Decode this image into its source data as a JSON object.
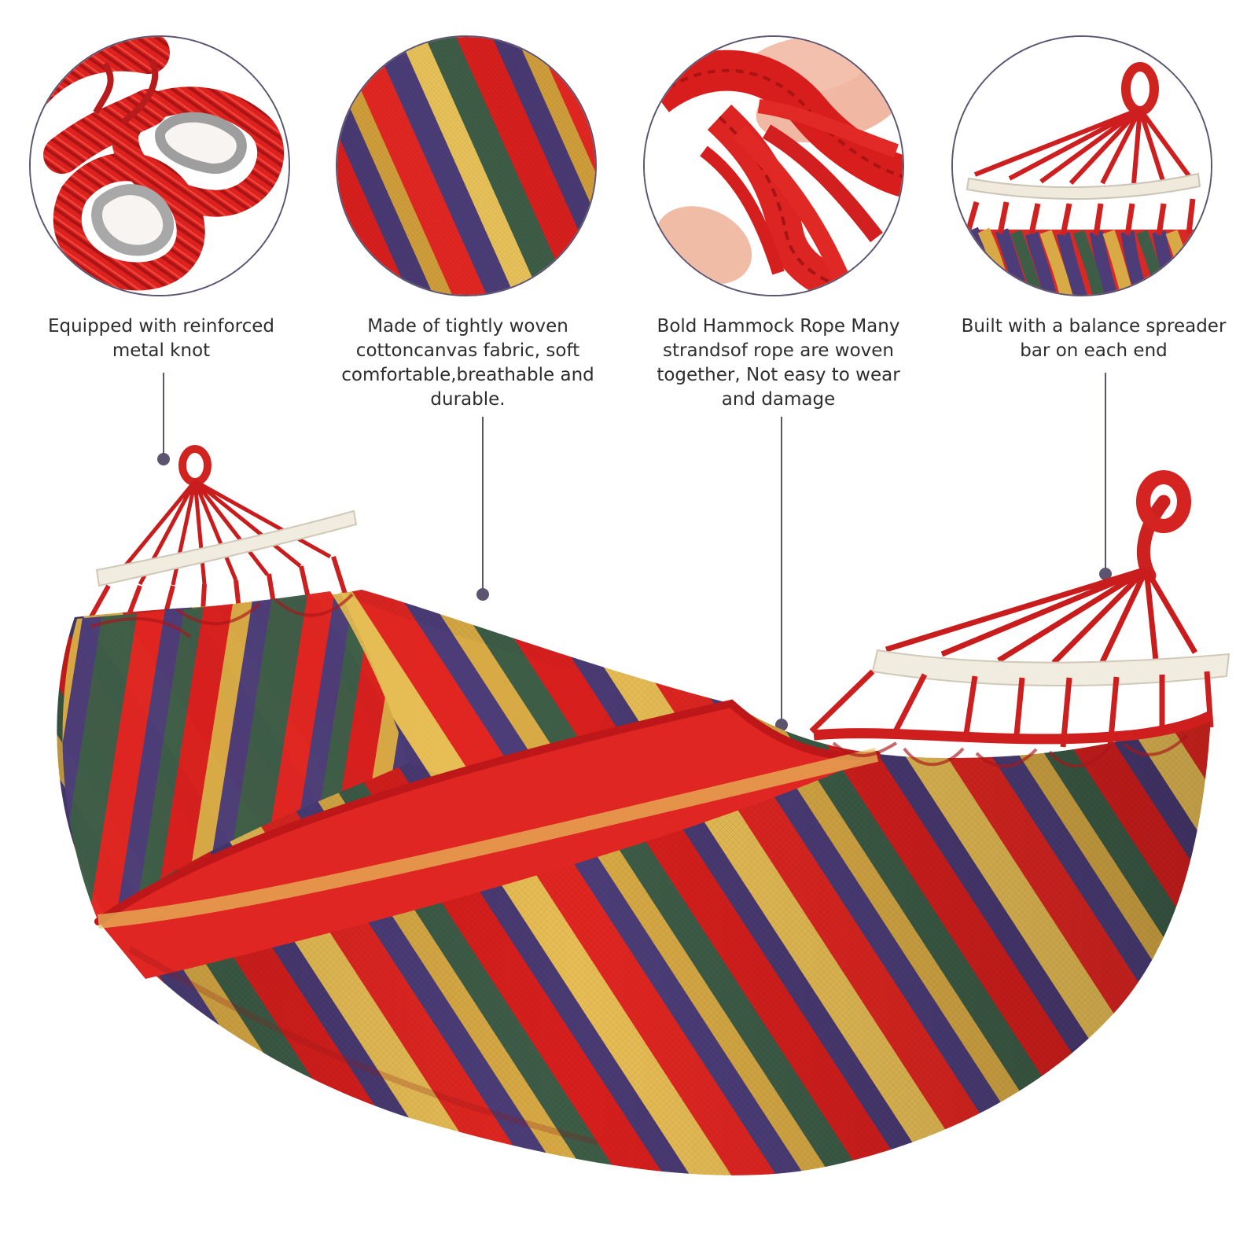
{
  "captions": {
    "rope_knot": "Equipped with reinforced metal knot",
    "fabric": "Made of tightly woven cottoncanvas fabric, soft comfortable,breathable and durable.",
    "rope_strands": "Bold Hammock Rope Many strandsof rope are woven together, Not easy to wear and damage",
    "spreader_bar": "Built with a balance spreader bar on each end"
  },
  "icons": {
    "knot": "metal-knot-detail-icon",
    "fabric": "striped-fabric-detail-icon",
    "rope": "braided-rope-detail-icon",
    "bar": "spreader-bar-detail-icon"
  },
  "colors": {
    "red": "#dd2522",
    "navy": "#4c3d78",
    "green": "#3d5d47",
    "gold": "#d8aa45",
    "bar": "#f0eadc",
    "leader": "#5d5570"
  }
}
